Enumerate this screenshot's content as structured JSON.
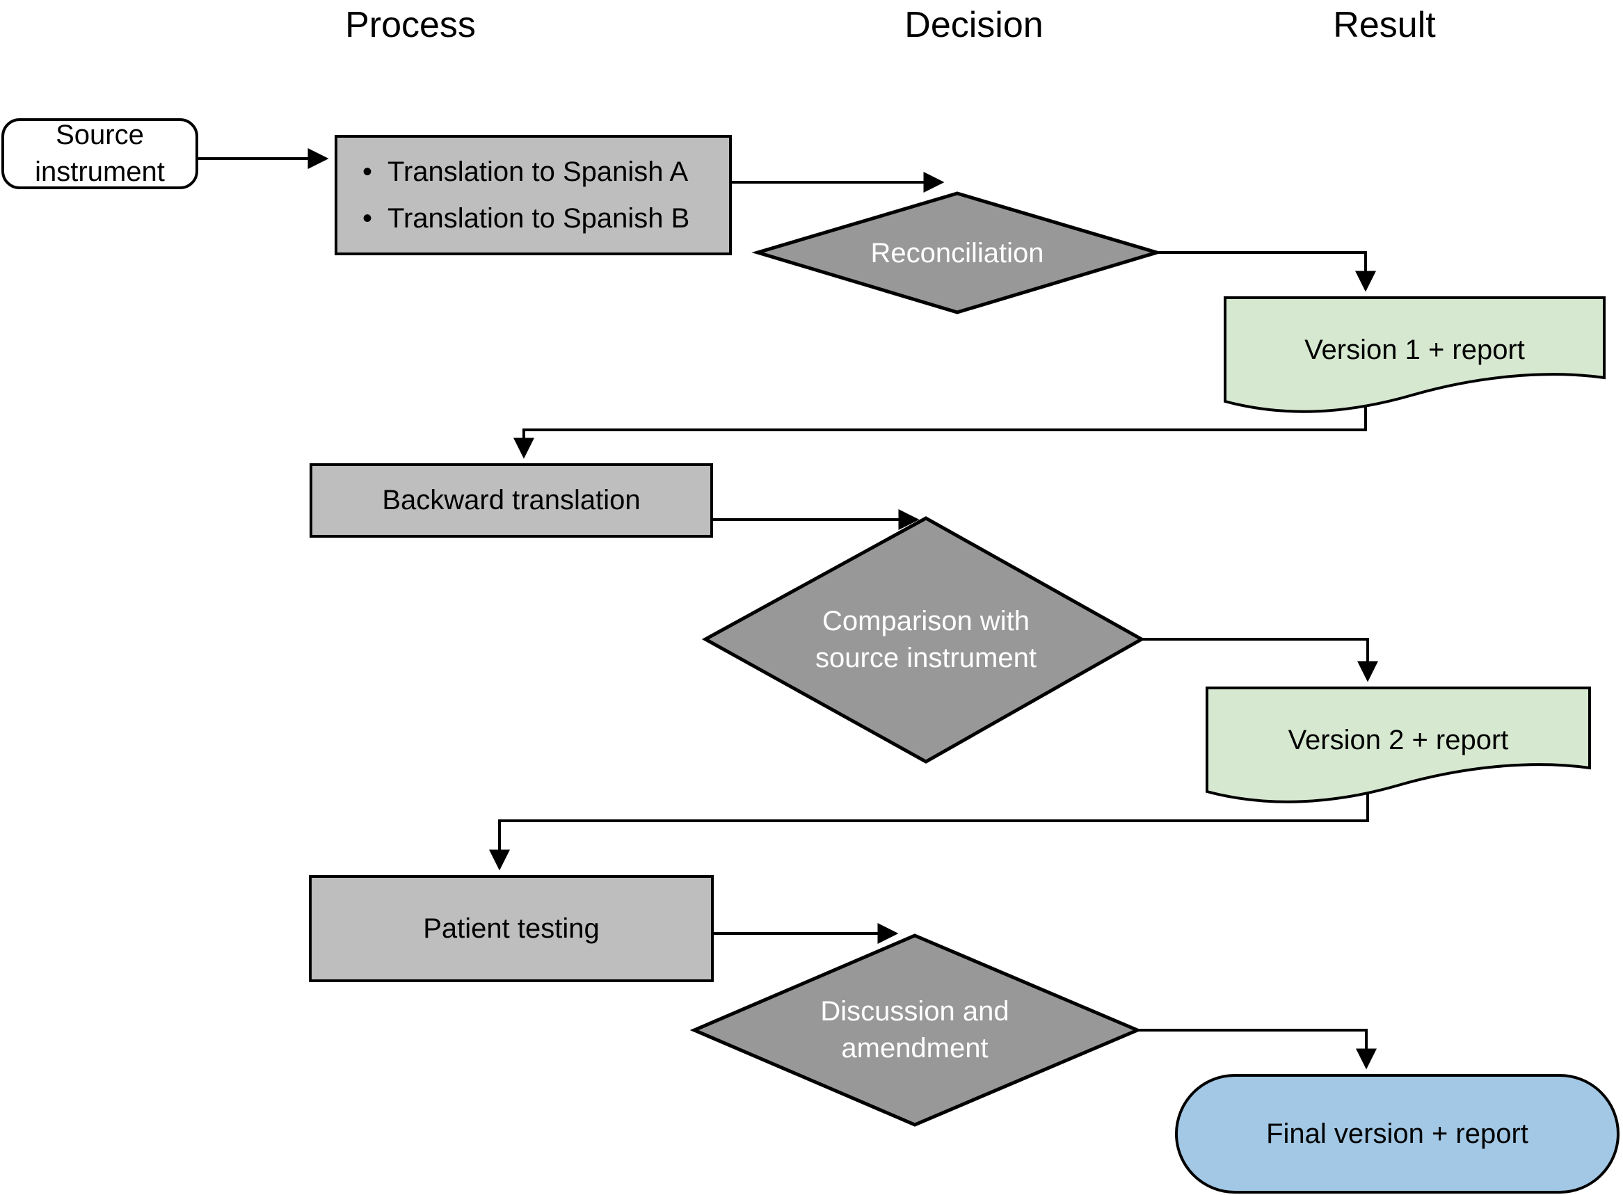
{
  "headers": {
    "process": "Process",
    "decision": "Decision",
    "result": "Result"
  },
  "nodes": {
    "source": {
      "label": "Source instrument"
    },
    "translation": {
      "bullet": "•",
      "items": [
        "Translation to Spanish A",
        "Translation to Spanish B"
      ]
    },
    "reconciliation": {
      "label": "Reconciliation"
    },
    "version1": {
      "label": "Version 1 + report"
    },
    "backward": {
      "label": "Backward translation"
    },
    "comparison": {
      "label": "Comparison with source instrument"
    },
    "version2": {
      "label": "Version 2 + report"
    },
    "patient": {
      "label": "Patient testing"
    },
    "discussion": {
      "label": "Discussion and amendment"
    },
    "final": {
      "label": "Final version + report"
    }
  },
  "colors": {
    "process_fill": "#bebebe",
    "decision_fill": "#989898",
    "result_fill": "#d6e9d0",
    "final_fill": "#a2c8e5",
    "source_fill": "#ffffff",
    "stroke": "#000000",
    "decision_text": "#ffffff"
  }
}
